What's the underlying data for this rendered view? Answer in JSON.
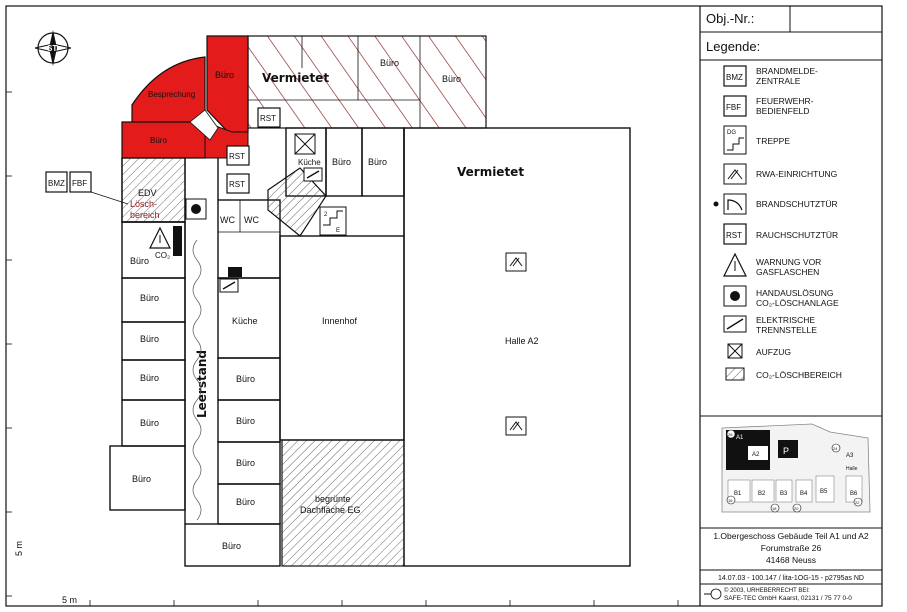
{
  "title_block": {
    "obj_label": "Obj.-Nr.:",
    "legend_title": "Legende:",
    "caption_line1": "1.Obergeschoss Gebäude Teil A1 und A2",
    "caption_line2": "Forumstraße 26",
    "caption_line3": "41468 Neuss",
    "ref_line": "14.07.03 - 100.147 / lita-1OG-15 - p2795as ND",
    "copyright_line1": "© 2003, URHEBERRECHT BEI:",
    "copyright_line2": "SAFE-TEC GmbH Kaarst, 02131 / 75 77 0-0",
    "logo_text": "ST"
  },
  "legend": {
    "bmz_sym": "BMZ",
    "bmz_l1": "BRANDMELDE-",
    "bmz_l2": "ZENTRALE",
    "fbf_sym": "FBF",
    "fbf_l1": "FEUERWEHR-",
    "fbf_l2": "BEDIENFELD",
    "dg_sym": "DG",
    "treppe": "TREPPE",
    "rwa": "RWA-EINRICHTUNG",
    "brandschutz": "BRANDSCHUTZTÜR",
    "rst_sym": "RST",
    "rauchschutz": "RAUCHSCHUTZTÜR",
    "warn_l1": "WARNUNG VOR",
    "warn_l2": "GASFLASCHEN",
    "hand_l1": "HANDAUSLÖSUNG",
    "hand_l2": "CO₂-LÖSCHANLAGE",
    "elek_l1": "ELEKTRISCHE",
    "elek_l2": "TRENNSTELLE",
    "aufzug": "AUFZUG",
    "co2_bereich": "CO₂-LÖSCHBEREICH"
  },
  "rooms": {
    "buero": "Büro",
    "besprechung": "Besprechung",
    "vermietet": "Vermietet",
    "leerstand": "Leerstand",
    "kueche": "Küche",
    "innenhof": "Innenhof",
    "halle": "Halle A2",
    "edv": "EDV",
    "loesch1": "Lösch-",
    "loesch2": "bereich",
    "wc": "WC",
    "co2": "CO₂",
    "dach1": "begrünte",
    "dach2": "Dachfläche EG",
    "rst": "RST",
    "bmz": "BMZ",
    "fbf": "FBF"
  },
  "scale": {
    "label_v": "5 m",
    "label_h": "5 m"
  },
  "minimap": {
    "a1": "A1",
    "a2": "A2",
    "p": "P",
    "a3": "A3",
    "halle": "Halle",
    "b1": "B1",
    "b2": "B2",
    "b3": "B3",
    "b4": "B4",
    "b5": "B5",
    "b6": "B6",
    "n26": "26",
    "n24": "24",
    "n16": "16",
    "n18": "18",
    "n20": "20",
    "n22": "22"
  },
  "colors": {
    "highlight": "#e41b1b",
    "hatch": "#8b1a1a"
  }
}
